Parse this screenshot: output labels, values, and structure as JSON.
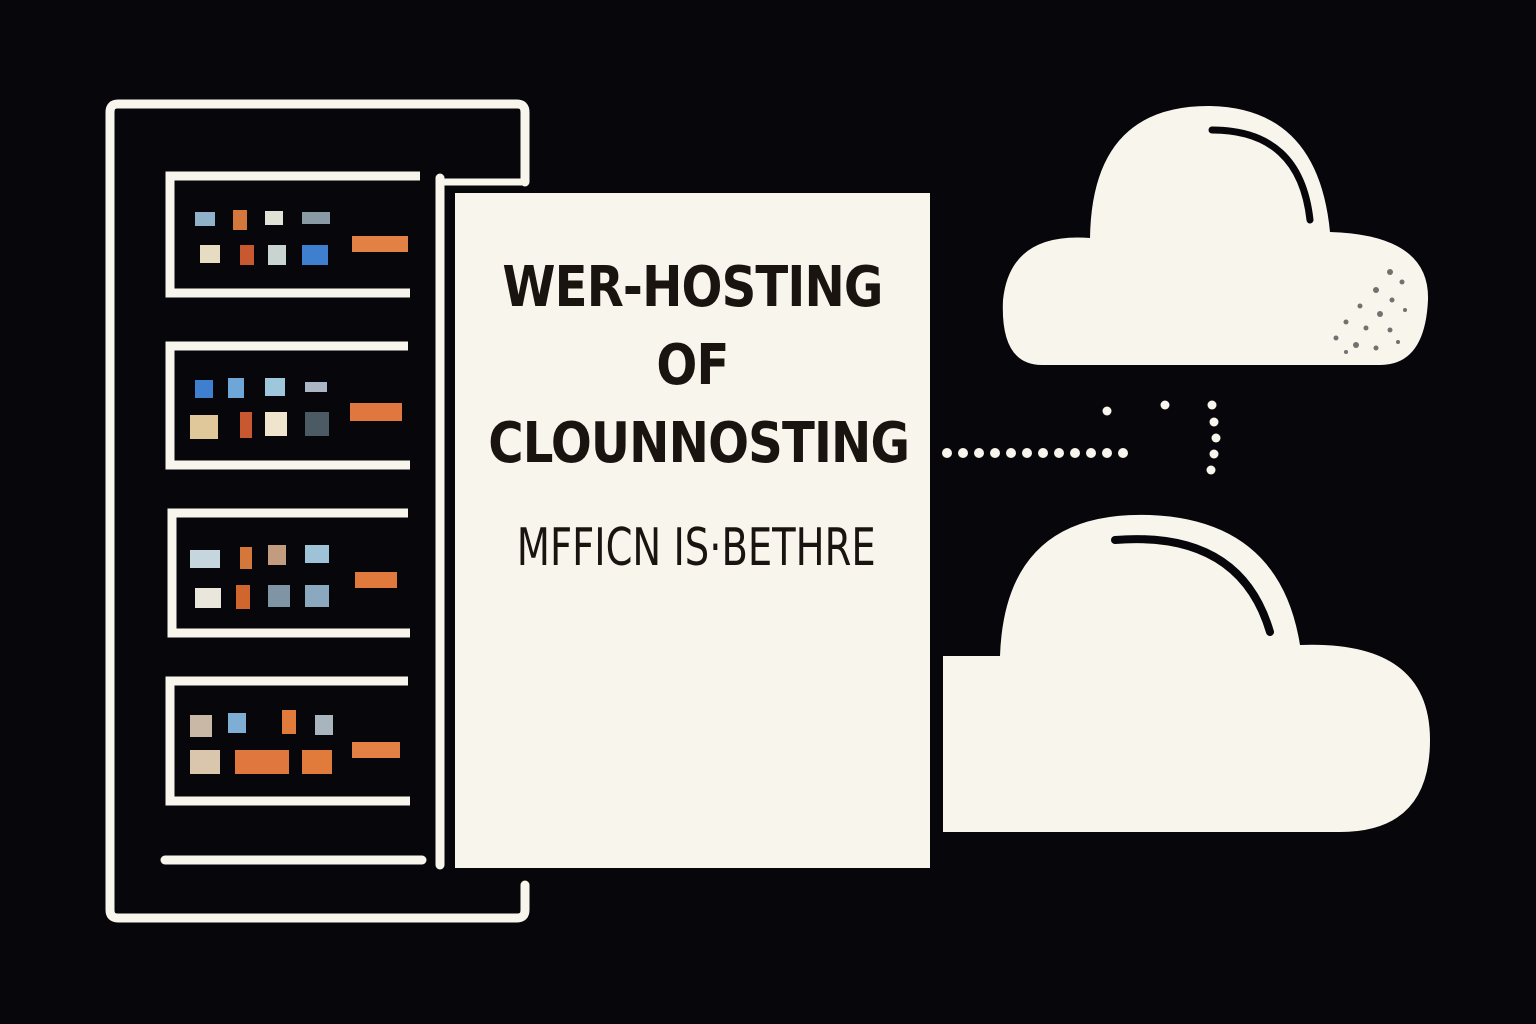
{
  "panel": {
    "line1": "WER-HOSTING",
    "line2": "OF",
    "line3": "CLOUNNOSTING",
    "subtitle": "MFFICN IS·BETHRE"
  },
  "bars": [
    {
      "segments": [
        "#6f9be0",
        "#6f9be0"
      ]
    },
    {
      "segments": [
        "#a9a8c9",
        "#dd5b3c"
      ]
    },
    {
      "segments": [
        "#e46a33",
        "#e1d2ac"
      ]
    }
  ],
  "server_slots": 4,
  "colors": {
    "background": "#06060b",
    "outline": "#f7f5ec",
    "panel": "#f7f5ec",
    "cloud": "#f7f5ec",
    "text": "#1a1410"
  },
  "icons": [
    "server-rack-icon",
    "cloud-icon",
    "cloud-icon",
    "dotted-connector-icon"
  ]
}
